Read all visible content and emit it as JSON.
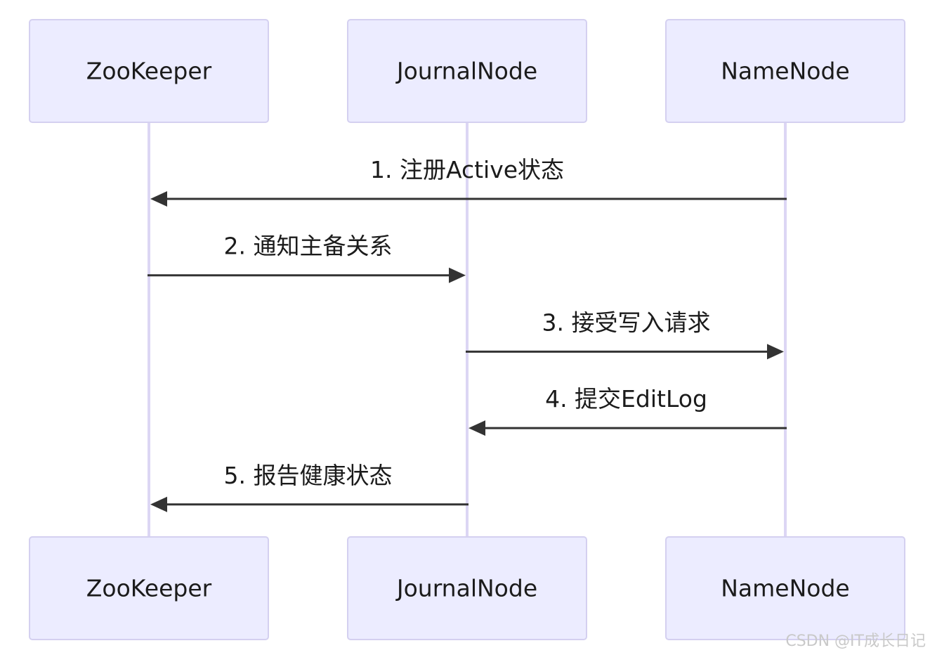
{
  "diagram": {
    "type": "sequence",
    "actors": [
      {
        "id": "zk",
        "label": "ZooKeeper"
      },
      {
        "id": "jn",
        "label": "JournalNode"
      },
      {
        "id": "nn",
        "label": "NameNode"
      }
    ],
    "messages": [
      {
        "from": "nn",
        "to": "zk",
        "label": "1. 注册Active状态"
      },
      {
        "from": "zk",
        "to": "jn",
        "label": "2. 通知主备关系"
      },
      {
        "from": "jn",
        "to": "nn",
        "label": "3. 接受写入请求"
      },
      {
        "from": "nn",
        "to": "jn",
        "label": "4. 提交EditLog"
      },
      {
        "from": "jn",
        "to": "zk",
        "label": "5. 报告健康状态"
      }
    ]
  },
  "watermark": "CSDN @IT成长日记",
  "colors": {
    "actor_fill": "#ECECFF",
    "actor_border": "#D4D0F0",
    "lifeline": "#DCD6F4",
    "arrow": "#333333",
    "text": "#1b1b1b"
  }
}
